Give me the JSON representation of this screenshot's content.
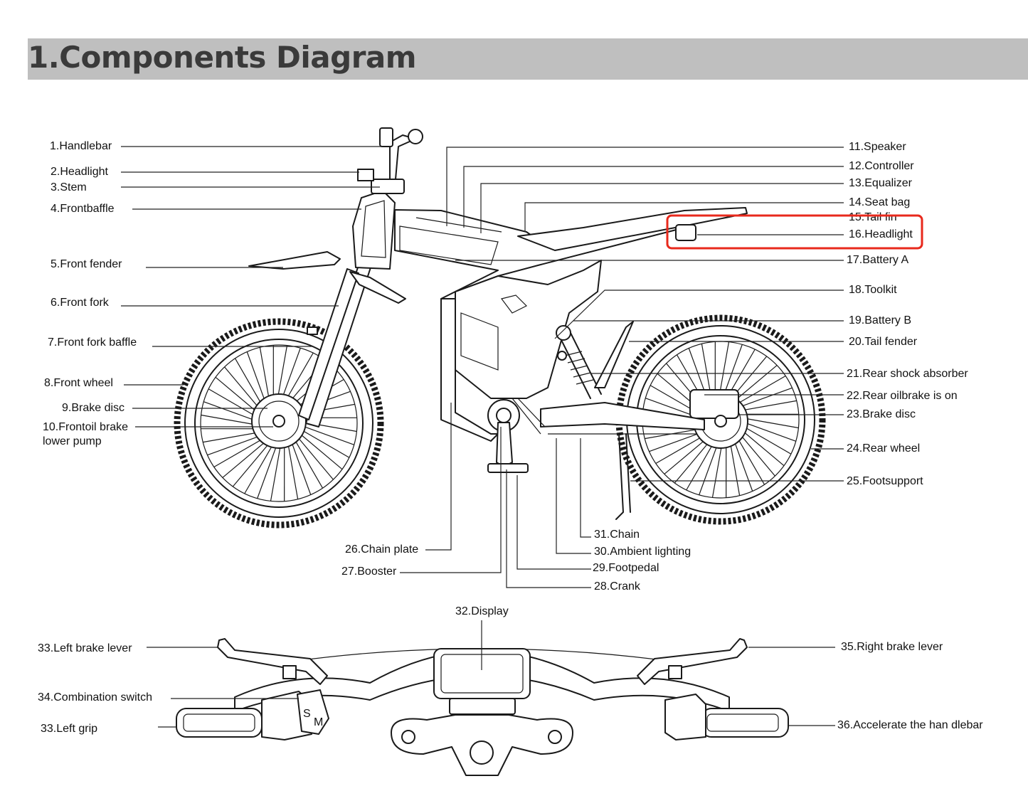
{
  "title": "1.Components Diagram",
  "colors": {
    "title_bar": "#bfbfbf",
    "highlight": "#e8291c",
    "ink": "#1a1a1a"
  },
  "labels": {
    "l1": "1.Handlebar",
    "l2": "2.Headlight",
    "l3": "3.Stem",
    "l4": "4.Frontbaffle",
    "l5": "5.Front fender",
    "l6": "6.Front fork",
    "l7": "7.Front fork baffle",
    "l8": "8.Front wheel",
    "l9": "9.Brake disc",
    "l10a": "10.Frontoil brake",
    "l10b": "lower pump",
    "l11": "11.Speaker",
    "l12": "12.Controller",
    "l13": "13.Equalizer",
    "l14": "14.Seat bag",
    "l15": "15.Tail fin",
    "l16": "16.Headlight",
    "l17": "17.Battery A",
    "l18": "18.Toolkit",
    "l19": "19.Battery B",
    "l20": "20.Tail fender",
    "l21": "21.Rear shock absorber",
    "l22": "22.Rear oilbrake is on",
    "l23": "23.Brake disc",
    "l24": "24.Rear wheel",
    "l25": "25.Footsupport",
    "l26": "26.Chain plate",
    "l27": "27.Booster",
    "l28": "28.Crank",
    "l29": "29.Footpedal",
    "l30": "30.Ambient lighting",
    "l31": "31.Chain",
    "l32": "32.Display",
    "l33a": "33.Left brake lever",
    "l34": "34.Combination switch",
    "l33b": "33.Left grip",
    "l35": "35.Right brake lever",
    "l36": "36.Accelerate the han dlebar"
  },
  "switch_letters": {
    "s": "S",
    "m": "M"
  }
}
